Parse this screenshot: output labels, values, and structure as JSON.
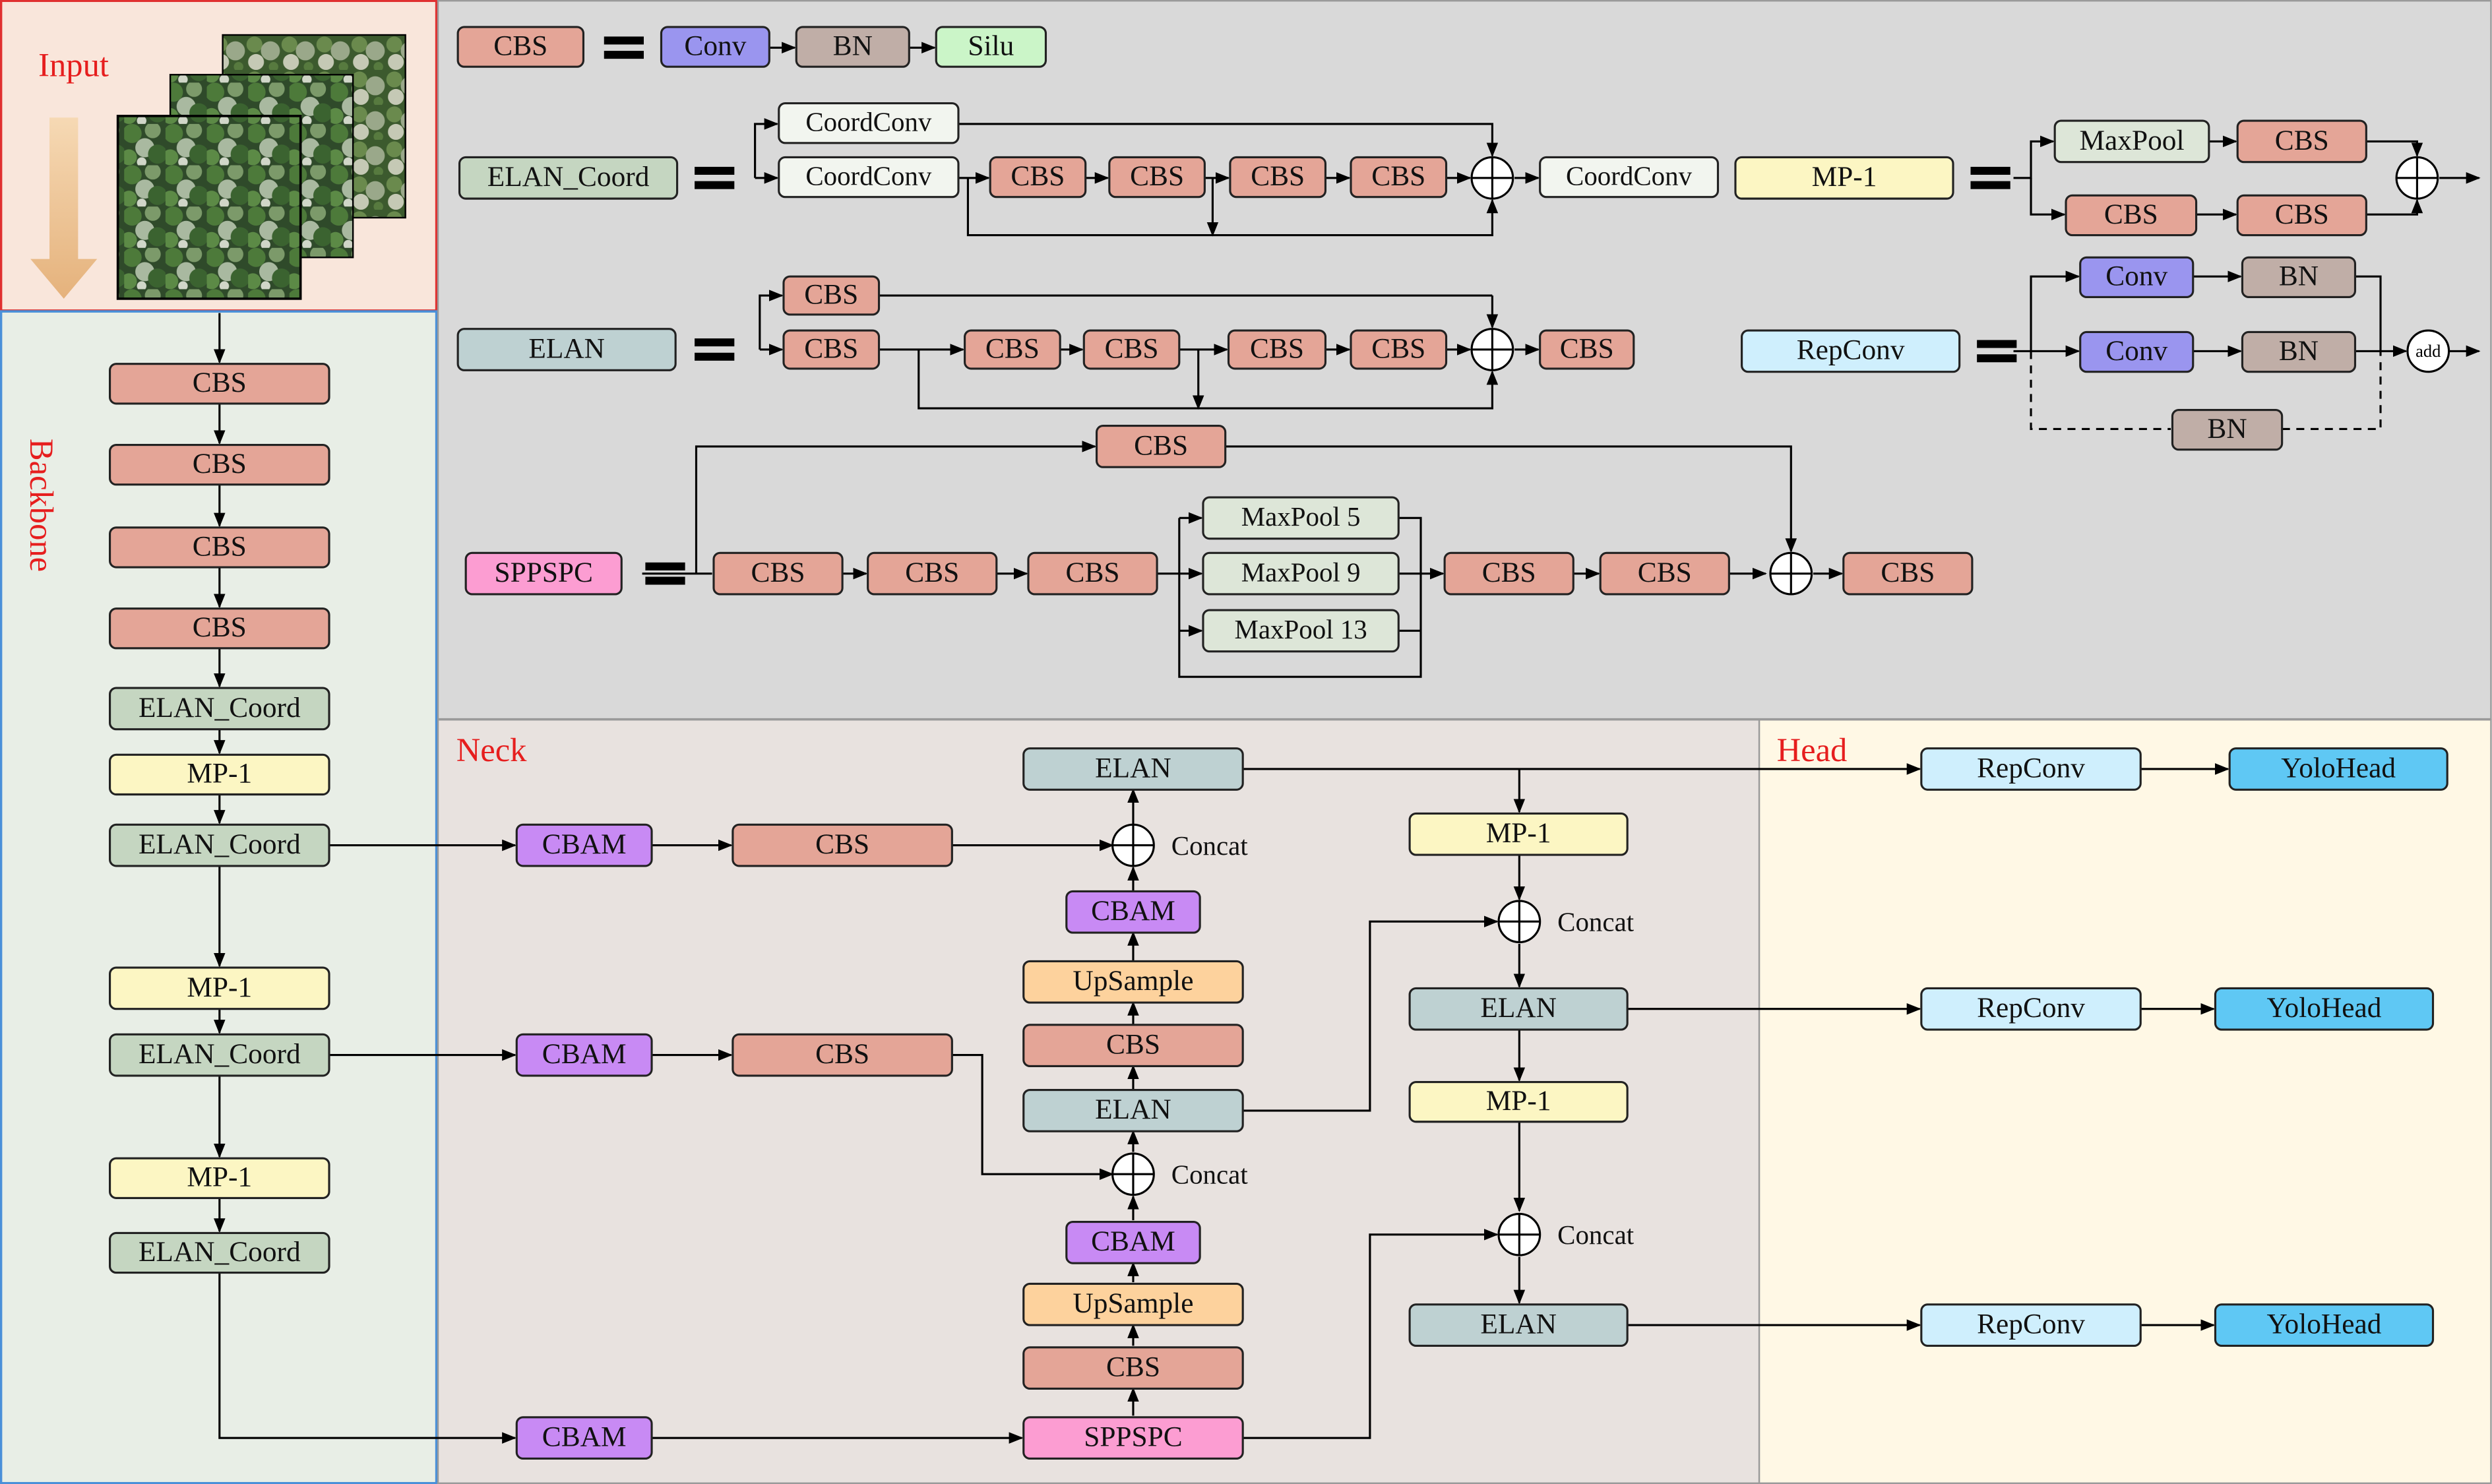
{
  "colors": {
    "cbs": "#e4a597",
    "conv": "#9a95ef",
    "bn": "#c0aea7",
    "silu": "#cbf5c8",
    "coord": "#f2f5ef",
    "elan_coord": "#c5d6c1",
    "elan": "#bed1d2",
    "mp1": "#fcf6c3",
    "repconv": "#cfeffd",
    "cbam": "#c88af4",
    "upsample": "#fdd29d",
    "sppspc": "#fc9dd2",
    "maxpool": "#dde6d8",
    "yolohead": "#5fc8f4",
    "label_red": "#e61e1e",
    "panel_input": "#f9e6db",
    "panel_backbone": "#e8eee6",
    "panel_detail": "#d9d9d9",
    "panel_neck": "#e8e2df",
    "panel_head": "#fff8e5"
  },
  "sections": {
    "input": "Input",
    "backbone": "Backbone",
    "neck": "Neck",
    "head": "Head"
  },
  "labels": {
    "cbs": "CBS",
    "conv": "Conv",
    "bn": "BN",
    "silu": "Silu",
    "coordconv": "CoordConv",
    "elan_coord": "ELAN_Coord",
    "elan": "ELAN",
    "mp1": "MP-1",
    "maxpool": "MaxPool",
    "repconv": "RepConv",
    "add": "add",
    "sppspc": "SPPSPC",
    "maxpool5": "MaxPool  5",
    "maxpool9": "MaxPool  9",
    "maxpool13": "MaxPool 13",
    "cbam": "CBAM",
    "upsample": "UpSample",
    "yolohead": "YoloHead",
    "concat": "Concat"
  },
  "icons": {
    "equals": "equals-icon",
    "concat": "circle-plus-icon",
    "arrow": "arrow-icon",
    "images": "aerial-image-stack"
  }
}
